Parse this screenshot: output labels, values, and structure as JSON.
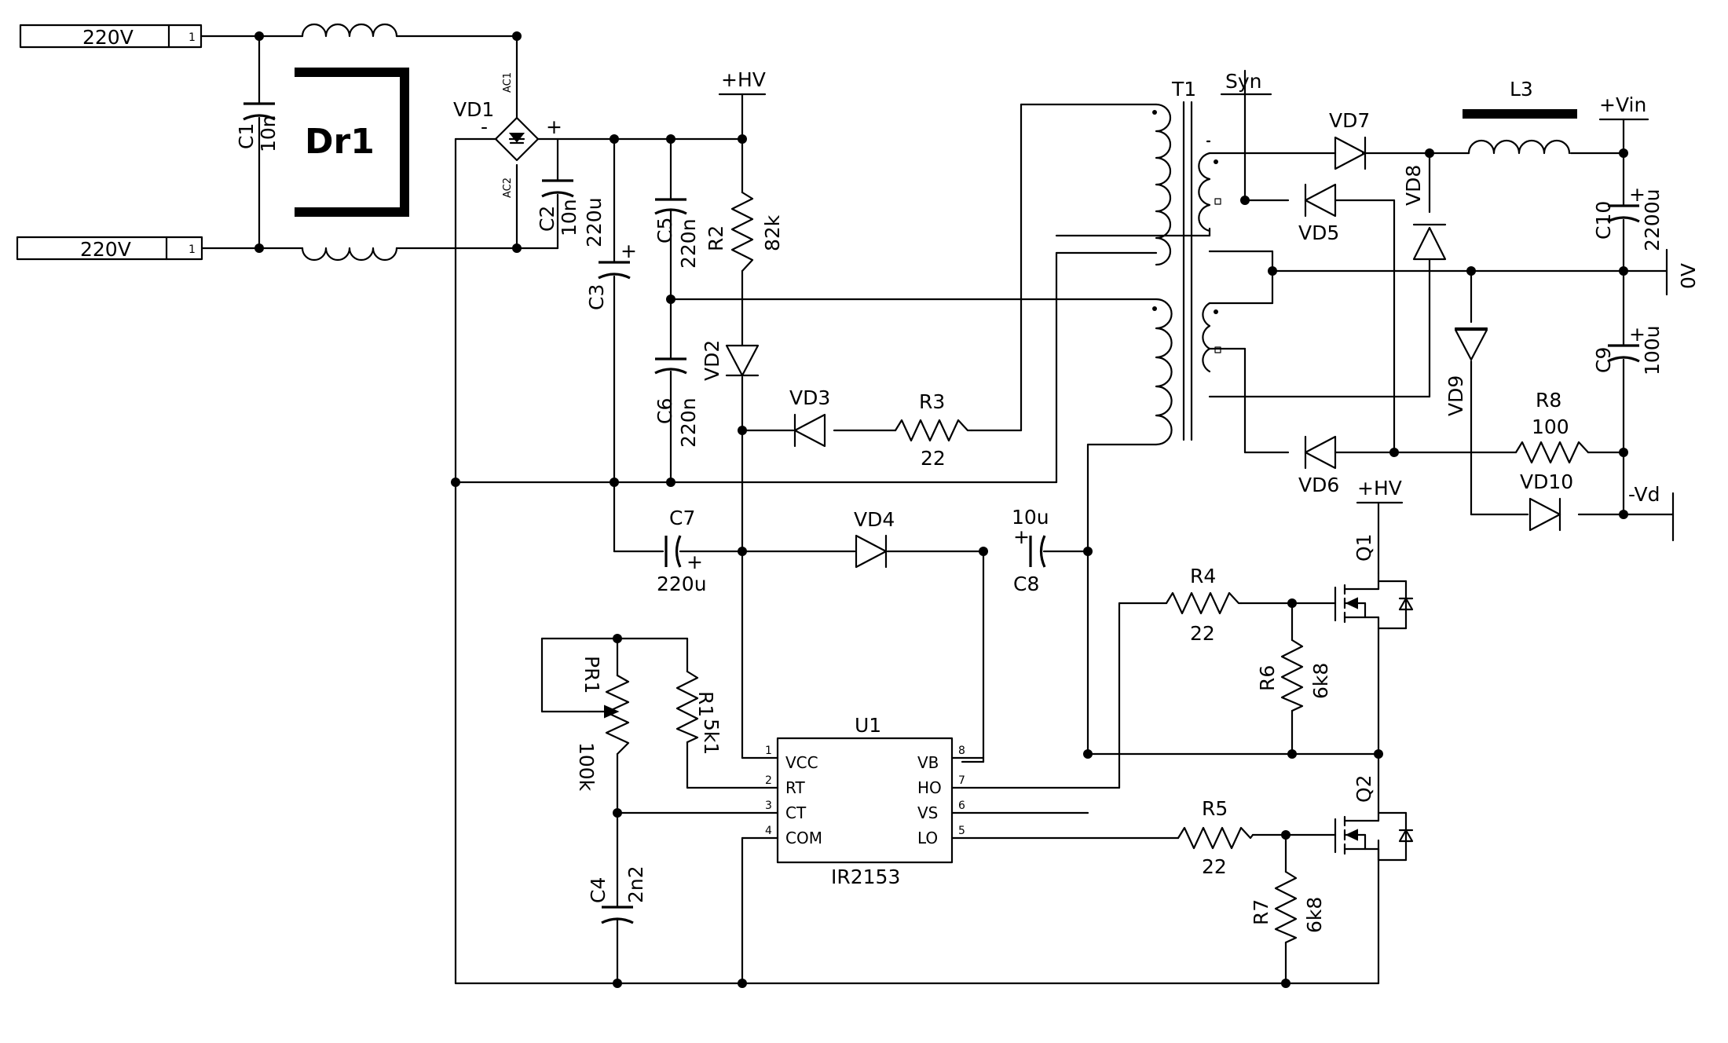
{
  "terminals": [
    {
      "voltage": "220V",
      "pin": "1"
    },
    {
      "voltage": "220V",
      "pin": "1"
    }
  ],
  "choke": "Dr1",
  "bridge": {
    "ref": "VD1",
    "ac1": "AC1",
    "ac2": "AC2",
    "minus": "-",
    "plus": "+"
  },
  "rails": {
    "hv_top": "+HV",
    "hv_bottom": "+HV",
    "syn": "Syn",
    "vin": "+Vin",
    "zero": "0V",
    "vd": "-Vd"
  },
  "transformer": "T1",
  "caps": [
    {
      "ref": "C1",
      "value": "10n"
    },
    {
      "ref": "C2",
      "value": "10n"
    },
    {
      "ref": "C3",
      "value": "220u"
    },
    {
      "ref": "C5",
      "value": "220n"
    },
    {
      "ref": "C6",
      "value": "220n"
    },
    {
      "ref": "C7",
      "value": "220u"
    },
    {
      "ref": "C8",
      "value": "10u"
    },
    {
      "ref": "C4",
      "value": "2n2"
    },
    {
      "ref": "C10",
      "value": "2200u"
    },
    {
      "ref": "C9",
      "value": "100u"
    }
  ],
  "polarity_plus": "+",
  "resistors": [
    {
      "ref": "R2",
      "value": "82k"
    },
    {
      "ref": "R3",
      "value": "22"
    },
    {
      "ref": "R1",
      "value": "5k1"
    },
    {
      "ref": "PR1",
      "value": "100k"
    },
    {
      "ref": "R4",
      "value": "22"
    },
    {
      "ref": "R5",
      "value": "22"
    },
    {
      "ref": "R6",
      "value": "6k8"
    },
    {
      "ref": "R7",
      "value": "6k8"
    },
    {
      "ref": "R8",
      "value": "100"
    }
  ],
  "diodes": [
    "VD2",
    "VD3",
    "VD4",
    "VD5",
    "VD6",
    "VD7",
    "VD8",
    "VD9",
    "VD10"
  ],
  "inductor": "L3",
  "transistors": [
    "Q1",
    "Q2"
  ],
  "ic": {
    "ref": "U1",
    "part": "IR2153",
    "left_pins": [
      {
        "num": "1",
        "name": "VCC"
      },
      {
        "num": "2",
        "name": "RT"
      },
      {
        "num": "3",
        "name": "CT"
      },
      {
        "num": "4",
        "name": "COM"
      }
    ],
    "right_pins": [
      {
        "num": "8",
        "name": "VB"
      },
      {
        "num": "7",
        "name": "HO"
      },
      {
        "num": "6",
        "name": "VS"
      },
      {
        "num": "5",
        "name": "LO"
      }
    ]
  }
}
